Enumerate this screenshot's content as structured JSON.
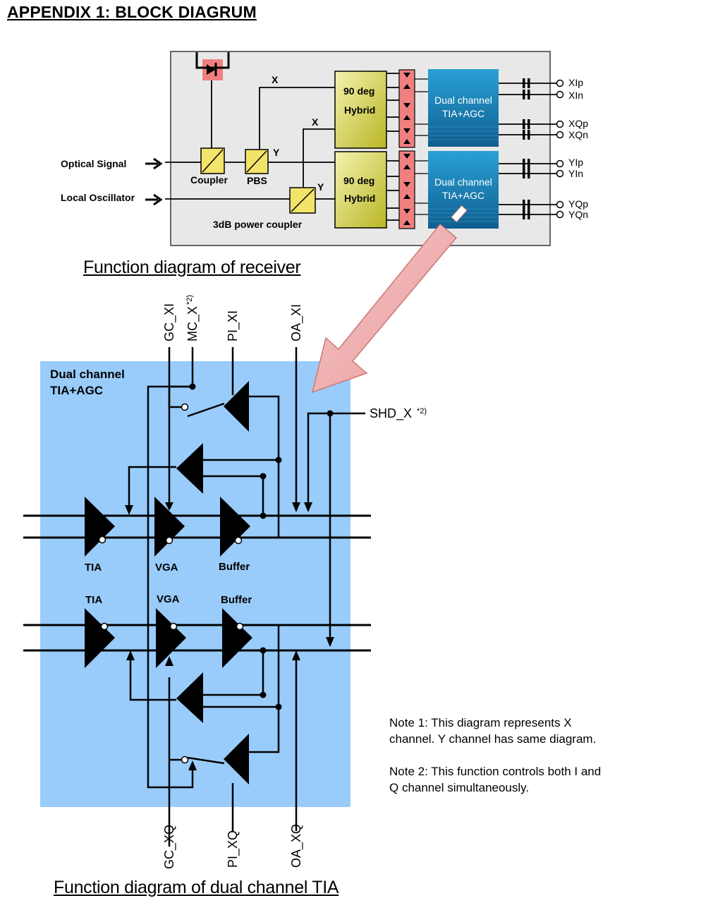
{
  "title": "APPENDIX 1: BLOCK DIAGRUM",
  "receiver": {
    "caption": "Function diagram of receiver",
    "optical_signal": "Optical Signal",
    "local_oscillator": "Local Oscillator",
    "coupler": "Coupler",
    "pbs": "PBS",
    "power_coupler": "3dB power coupler",
    "x": "X",
    "y": "Y",
    "hybrid_line1": "90 deg",
    "hybrid_line2": "Hybrid",
    "tia_line1": "Dual channel",
    "tia_line2": "TIA+AGC",
    "outputs": [
      "XIp",
      "XIn",
      "XQp",
      "XQn",
      "YIp",
      "YIn",
      "YQp",
      "YQn"
    ]
  },
  "tia": {
    "caption": "Function diagram of dual channel TIA",
    "box_line1": "Dual channel",
    "box_line2": "TIA+AGC",
    "top_pins": [
      "GC_XI",
      "MC_X",
      "PI_XI",
      "OA_XI"
    ],
    "mc_sup": "*2)",
    "bottom_pins": [
      "GC_XQ",
      "PI_XQ",
      "OA_XQ"
    ],
    "shd": "SHD_X",
    "shd_sup": "*2)",
    "tia": "TIA",
    "vga": "VGA",
    "buffer": "Buffer"
  },
  "notes": {
    "note1_line1": "Note 1:   This diagram represents X",
    "note1_line2": "channel. Y channel has same diagram.",
    "note2_line1": "Note 2:   This function controls both I and",
    "note2_line2": "Q channel simultaneously."
  },
  "colors": {
    "tia_box": "#99ccfa",
    "hybrid": "#d8d64a",
    "pd": "#f08080",
    "receiver_bg": "#e8e8e8"
  }
}
